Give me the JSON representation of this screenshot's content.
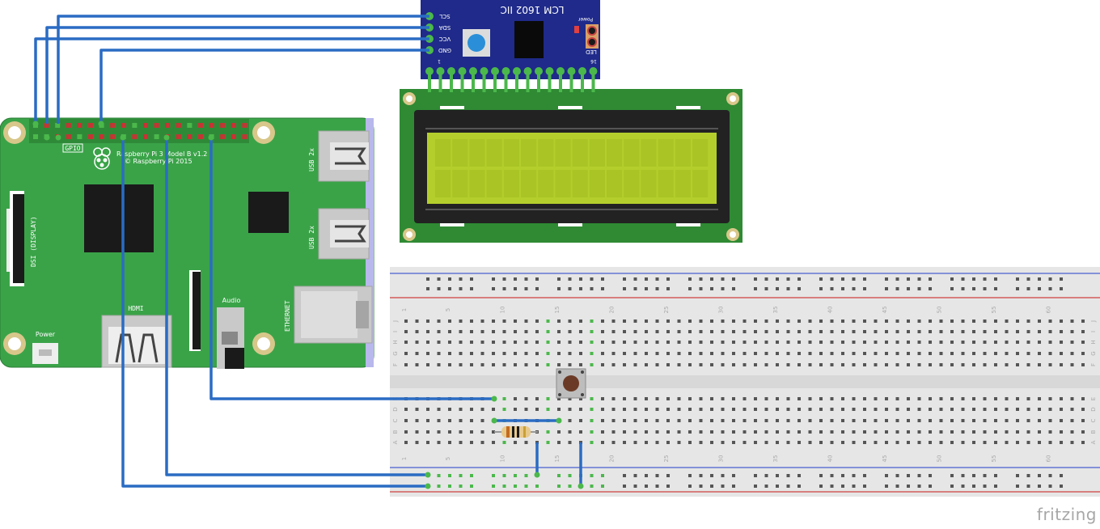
{
  "rpi": {
    "model_line1": "Raspberry Pi 3 Model B v1.2",
    "model_line2": "© Raspberry Pi 2015",
    "gpio_label": "GPIO",
    "dsi_label": "DSI (DISPLAY)",
    "usb_label": "USB 2x",
    "ethernet_label": "ETHERNET",
    "hdmi_label": "HDMI",
    "audio_label": "Audio",
    "power_label": "Power",
    "board_color": "#3aa348"
  },
  "i2c_module": {
    "title": "LCM 1602 IIC",
    "pins": [
      "SCL",
      "SDA",
      "VCC",
      "GND"
    ],
    "power_label": "Power",
    "led_label": "LED",
    "pin_first": "1",
    "pin_last": "16",
    "board_color": "#1f2a8a"
  },
  "lcd": {
    "board_color": "#2f8a33",
    "screen_color": "#b4cf2c",
    "rows": 2,
    "cols": 16
  },
  "breadboard": {
    "column_numbers": [
      "1",
      "5",
      "10",
      "15",
      "20",
      "25",
      "30",
      "35",
      "40",
      "45",
      "50",
      "55",
      "60"
    ],
    "rows_top": [
      "J",
      "I",
      "H",
      "G",
      "F"
    ],
    "rows_bottom": [
      "E",
      "D",
      "C",
      "B",
      "A"
    ]
  },
  "watermark": "fritzing",
  "colors": {
    "wire": "#2a6cc4",
    "pin_active": "#4bb84b",
    "header_pin": "#c63434"
  }
}
